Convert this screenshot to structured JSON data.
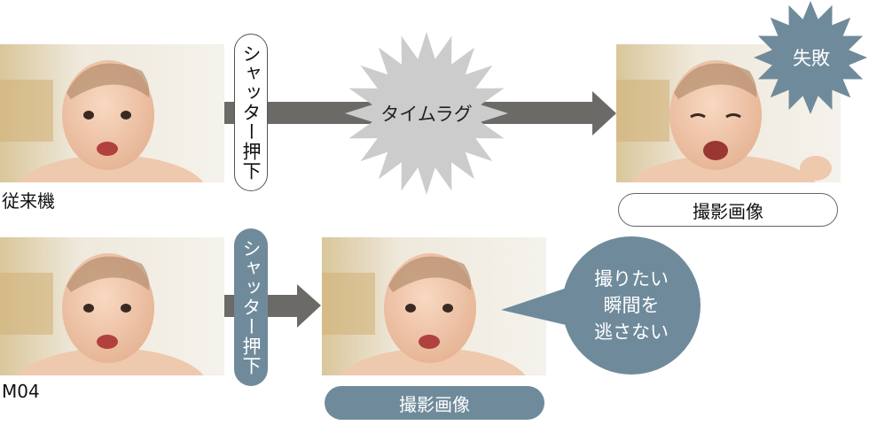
{
  "row_conventional": {
    "label": "従来機",
    "shutter_label": "シャッター押下",
    "lag_label": "タイムラグ",
    "fail_label": "失敗",
    "captured_label": "撮影画像"
  },
  "row_m04": {
    "label": "M04",
    "shutter_label": "シャッター押下",
    "captured_label": "撮影画像",
    "bubble_lines": [
      "撮りたい",
      "瞬間を",
      "逃さない"
    ]
  },
  "colors": {
    "arrow": "#6b6a66",
    "lag_burst": "#cccccc",
    "accent": "#6f8b9b"
  }
}
